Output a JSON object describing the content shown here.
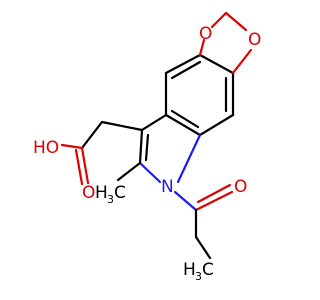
{
  "molecule": {
    "colors": {
      "bond": "#000000",
      "oxygen": "#e00000",
      "nitrogen": "#1c1cf0"
    },
    "atoms": {
      "ring_o_left": "O",
      "ring_o_right": "O",
      "acid_oh": "HO",
      "carbonyl_o_acid": "O",
      "nitrogen": "N",
      "ketone_o": "O",
      "methyl_text": "H",
      "methyl_c": "C",
      "methyl_sub": "3",
      "ethyl_text": "H",
      "ethyl_c": "C",
      "ethyl_sub": "3"
    }
  }
}
